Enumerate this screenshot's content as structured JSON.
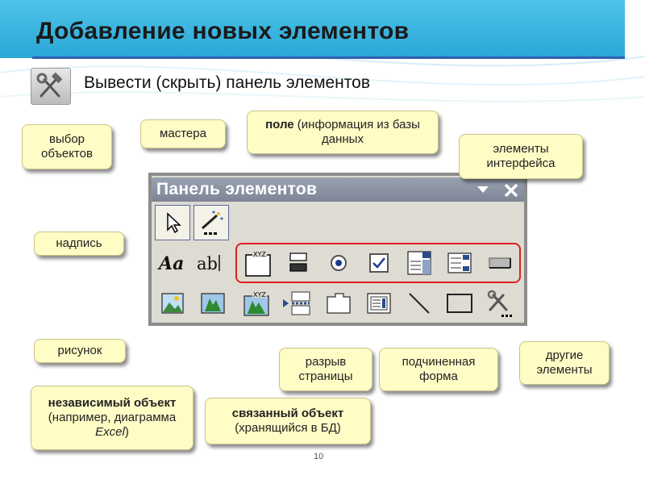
{
  "slide": {
    "title": "Добавление новых элементов",
    "page_number": "10"
  },
  "toggle": {
    "label": "Вывести (скрыть) панель элементов",
    "icon": "tools-hammer-wrench-icon"
  },
  "panel": {
    "title": "Панель элементов",
    "row1_tools": [
      "select-objects-tool",
      "control-wizards-tool"
    ],
    "row2_tools": [
      "label-tool",
      "text-box-tool",
      "option-group-tool",
      "toggle-button-tool",
      "option-button-tool",
      "check-box-tool",
      "combo-box-tool",
      "list-box-tool",
      "command-button-tool"
    ],
    "row3_tools": [
      "image-tool",
      "unbound-object-frame-tool",
      "bound-object-frame-tool",
      "page-break-tool",
      "tab-control-tool",
      "subform-tool",
      "line-tool",
      "rectangle-tool",
      "more-controls-tool"
    ]
  },
  "callouts": {
    "select_objects": "выбор объектов",
    "wizards": "мастера",
    "field_bold": "поле",
    "field_rest": "(информация из базы данных",
    "ui_elements": "элементы интерфейса",
    "label": "надпись",
    "picture": "рисунок",
    "page_break": "разрыв страницы",
    "subform": "подчиненная форма",
    "other": "другие элементы",
    "unbound_bold": "независимый объект",
    "unbound_rest": "(например, диаграмма ",
    "unbound_excel": "Excel",
    "unbound_close": ")",
    "bound_bold": "связанный объект",
    "bound_rest": "(хранящийся в БД)"
  },
  "colors": {
    "title_bar": "#2aa7d5",
    "note_bg": "#fffcc6",
    "highlight": "#e02020"
  }
}
